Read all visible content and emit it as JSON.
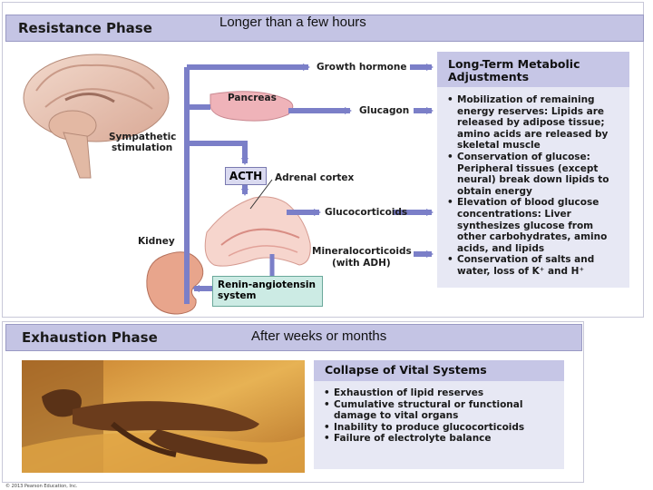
{
  "resistance": {
    "title": "Resistance Phase",
    "caption": "Longer than a few hours",
    "labels": {
      "growth_hormone": "Growth hormone",
      "pancreas": "Pancreas",
      "glucagon": "Glucagon",
      "sympathetic_1": "Sympathetic",
      "sympathetic_2": "stimulation",
      "acth": "ACTH",
      "adrenal_cortex": "Adrenal cortex",
      "glucocorticoids": "Glucocorticoids",
      "kidney": "Kidney",
      "mineralocorticoids_1": "Mineralocorticoids",
      "mineralocorticoids_2": "(with ADH)",
      "renin_1": "Renin-angiotensin",
      "renin_2": "system"
    },
    "adjustments": {
      "title_1": "Long-Term Metabolic",
      "title_2": "Adjustments",
      "items": [
        "Mobilization of remaining energy reserves: Lipids are released by adipose tissue; amino acids are released by skeletal muscle",
        "Conservation of glucose: Peripheral tissues (except neural) break down lipids to obtain energy",
        "Elevation of blood glucose concentrations: Liver synthesizes glucose from other carbohydrates, amino acids, and lipids",
        "Conservation of salts and water, loss of K⁺ and H⁺"
      ]
    }
  },
  "exhaustion": {
    "title": "Exhaustion Phase",
    "caption": "After weeks or months",
    "collapse": {
      "title": "Collapse of Vital Systems",
      "items": [
        "Exhaustion of lipid reserves",
        "Cumulative structural or functional damage to vital organs",
        "Inability to produce glucocorticoids",
        "Failure of electrolyte balance"
      ]
    },
    "copyright": "© 2013 Pearson Education, Inc."
  },
  "colors": {
    "arrow": "#7b7fc8",
    "phase_bar": "#c4c4e4",
    "box_fill": "#e7e8f4",
    "renin_fill": "#ccebe4"
  }
}
